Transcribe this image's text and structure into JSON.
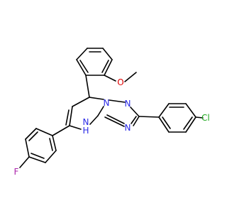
{
  "atoms": {
    "oxygen": {
      "text": "O",
      "color": "#e00000"
    },
    "chlorine": {
      "text": "Cl",
      "color": "#1fa81f"
    },
    "fluorine": {
      "text": "F",
      "color": "#aa22aa"
    },
    "nitrogen_bridge": {
      "text": "N",
      "color": "#2a2ae6"
    },
    "nitrogen_upper": {
      "text": "N",
      "color": "#2a2ae6"
    },
    "nitrogen_lower": {
      "text": "N",
      "color": "#2a2ae6"
    },
    "nh_n": {
      "text": "N",
      "color": "#2a2ae6"
    },
    "nh_h": {
      "text": "H",
      "color": "#2a2ae6"
    }
  }
}
